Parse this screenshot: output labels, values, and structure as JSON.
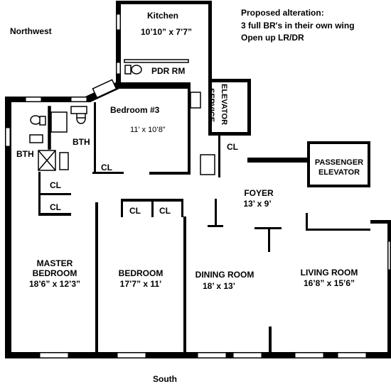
{
  "compass": {
    "north": "Northwest",
    "south": "South"
  },
  "notes": {
    "line1": "Proposed alteration:",
    "line2": "3 full BR's in their own wing",
    "line3": "Open up LR/DR"
  },
  "rooms": {
    "kitchen": {
      "name": "Kitchen",
      "size": "10’10” x 7’7”"
    },
    "pdr": {
      "name": "PDR RM"
    },
    "bedroom3": {
      "name": "Bedroom #3",
      "size": "11’ x 10’8”"
    },
    "service_elevator": {
      "name_line1": "SERVICE",
      "name_line2": "ELEVATOR"
    },
    "passenger_elevator": {
      "name_line1": "PASSENGER",
      "name_line2": "ELEVATOR"
    },
    "foyer": {
      "name": "FOYER",
      "size": "13’ x 9’"
    },
    "master_bedroom": {
      "name_line1": "MASTER",
      "name_line2": "BEDROOM",
      "size": "18’6” x 12’3”"
    },
    "bedroom": {
      "name": "BEDROOM",
      "size": "17’7” x 11’"
    },
    "dining_room": {
      "name": "DINING ROOM",
      "size": "18’ x 13’"
    },
    "living_room": {
      "name": "LIVING ROOM",
      "size": "16’8” x 15’6”"
    }
  },
  "closets": {
    "label": "CL"
  },
  "baths": {
    "label": "BTH"
  }
}
